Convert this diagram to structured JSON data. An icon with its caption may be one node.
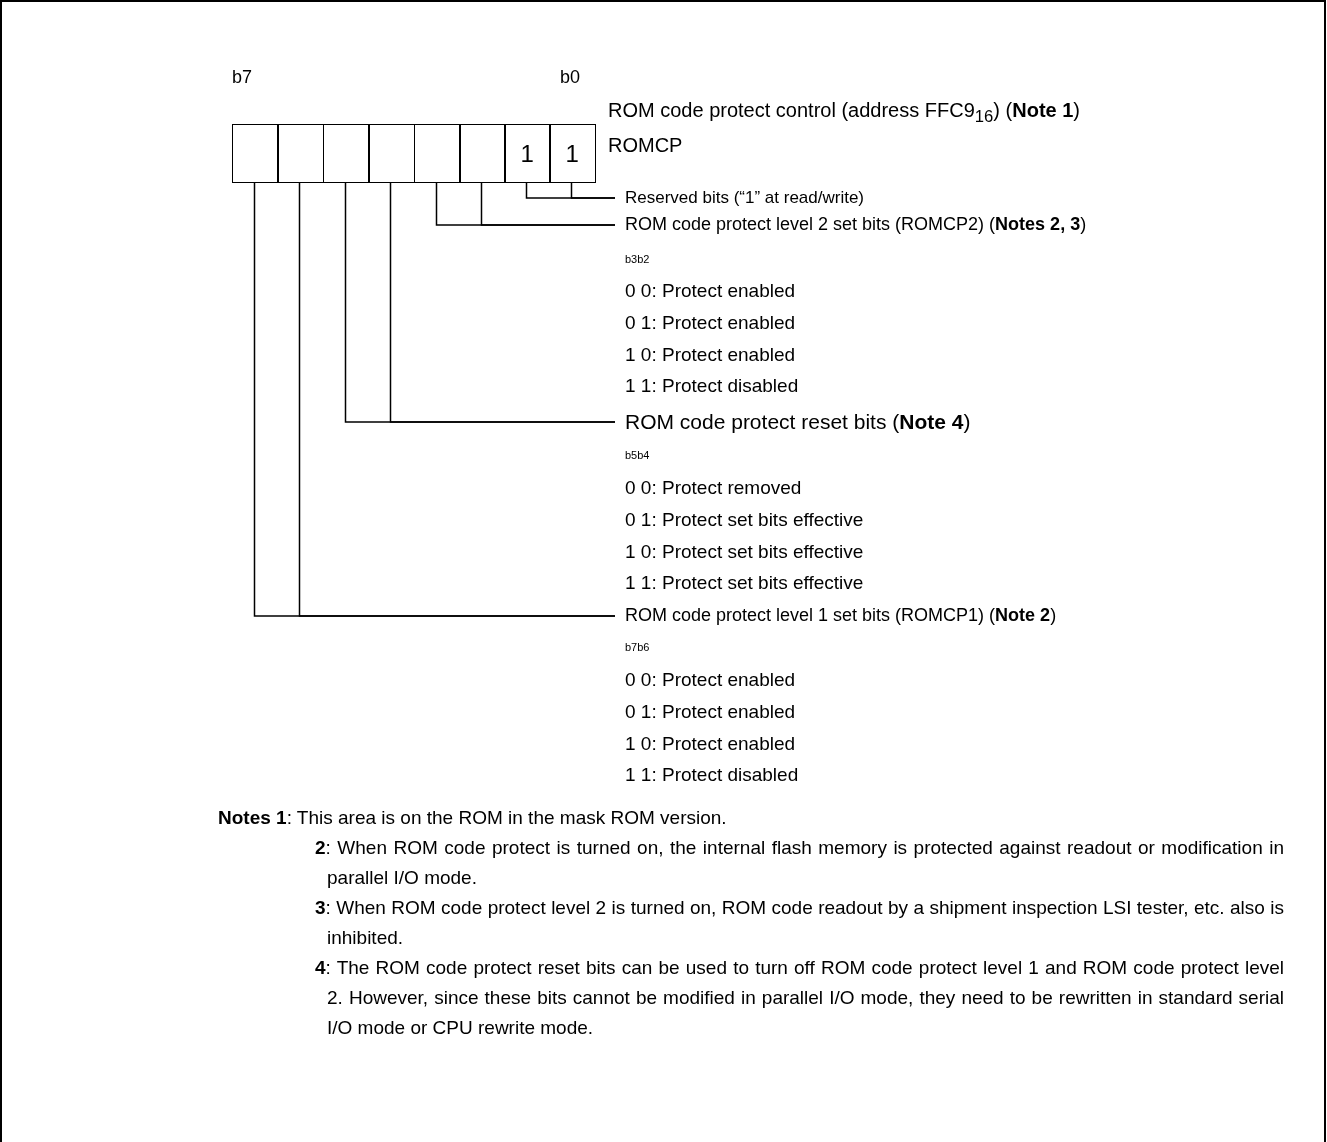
{
  "diagram": {
    "nodes": [
      {
        "text": [],
        "shape": "box"
      },
      {
        "text": [],
        "shape": "box"
      },
      {
        "text": [],
        "shape": "box"
      },
      {
        "text": [],
        "shape": "box"
      },
      {
        "text": [],
        "shape": "box"
      },
      {
        "text": [],
        "shape": "box"
      },
      {
        "text": [
          "1"
        ]
      },
      {
        "text": [
          "1"
        ]
      },
      {
        "text": [
          "Reserved bits (“1” at read/write)"
        ]
      },
      {
        "text": [
          "ROM code protect level 2 set bits (ROMCP2) (**Notes 2, 3**)"
        ]
      },
      {
        "text": [
          "ROM code protect reset bits (**Note 4**)"
        ]
      },
      {
        "text": [
          "ROM code protect level 1 set bits (ROMCP1) (**Note 2**)"
        ]
      }
    ],
    "edges": [
      {
        "from": 7,
        "to": 8,
        "arrow": "none"
      },
      {
        "from": 6,
        "to": 8,
        "arrow": "none"
      },
      {
        "from": 5,
        "to": 9,
        "arrow": "none"
      },
      {
        "from": 4,
        "to": 9,
        "arrow": "none"
      },
      {
        "from": 3,
        "to": 10,
        "arrow": "none"
      },
      {
        "from": 2,
        "to": 10,
        "arrow": "none"
      },
      {
        "from": 1,
        "to": 11,
        "arrow": "none"
      },
      {
        "from": 0,
        "to": 11,
        "arrow": "none"
      }
    ],
    "labels": [
      "b7",
      "b0",
      "ROM code protect control (address FFC9$_{16}$) (**Note 1**)",
      "ROMCP",
      "b3b2",
      "0 0: Protect enabled",
      "0 1: Protect enabled",
      "1 0: Protect enabled",
      "1 1: Protect disabled",
      "b5b4",
      "0 0: Protect removed",
      "0 1: Protect set bits effective",
      "1 0: Protect set bits effective",
      "1 1: Protect set bits effective",
      "b7b6",
      "0 0: Protect enabled",
      "0 1: Protect enabled",
      "1 0: Protect enabled",
      "1 1: Protect disabled",
      "**Notes 1**: This area is on the ROM in the mask ROM version.",
      "**2**: When ROM code protect is turned on, the internal flash memory is protected against readout or modification in parallel I/O mode.",
      "**3**: When ROM code protect level 2 is turned on, ROM code readout by a shipment inspection LSI tester, etc. also is inhibited.",
      "**4**: The ROM code protect reset bits can be used to turn off ROM code protect level 1 and ROM code protect level 2. However, since these bits cannot be modified in parallel I/O mode, they need to be rewritten in standard serial I/O mode or CPU rewrite mode."
    ]
  }
}
